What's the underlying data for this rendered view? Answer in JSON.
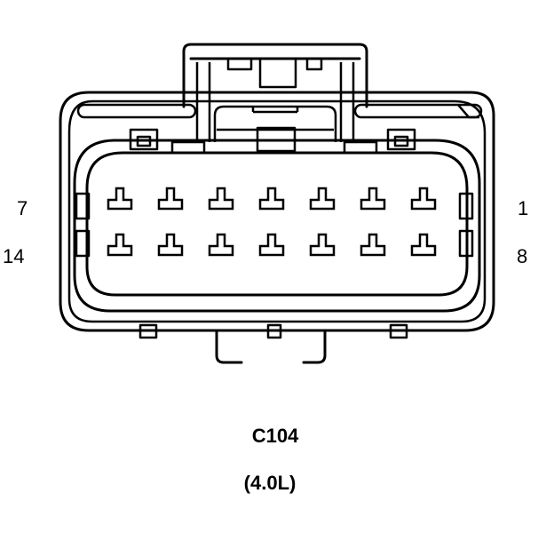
{
  "connector": {
    "name": "C104",
    "variant": "(4.0L)",
    "pin_labels": {
      "top_left": "7",
      "top_right": "1",
      "bottom_left": "14",
      "bottom_right": "8"
    },
    "rows": 2,
    "terminals_per_row": 7
  }
}
